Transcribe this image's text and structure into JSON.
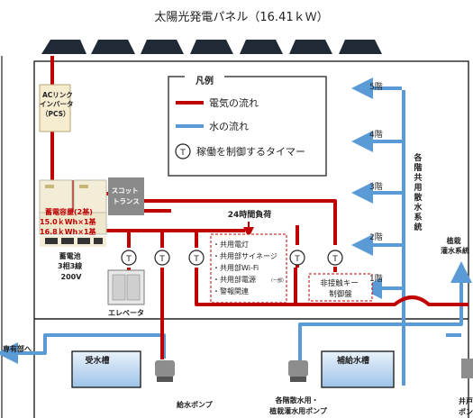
{
  "title": "太陽光発電パネル（16.41ｋＷ）",
  "legend": {
    "heading": "凡例",
    "electric": "電気の流れ",
    "water": "水の流れ",
    "timer_symbol": "T",
    "timer": "稼働を制御するタイマー"
  },
  "inverter": [
    "ACリンク",
    "インバータ",
    "（PCS）"
  ],
  "battery": {
    "capacity_label": "蓄電容量(2基)",
    "capacity_1": "15.0ｋWh×1基",
    "capacity_2": "16.8ｋWh×1基",
    "name": "蓄電池",
    "phase": "3相3線",
    "voltage": "200V"
  },
  "scott": [
    "スコット",
    "トランス"
  ],
  "load_24h": "24時間負荷",
  "load_items": [
    "・共用電灯",
    "・共用部サイネージ",
    "・共用部Wi-Fi",
    "・共用部電源",
    "・警報関連"
  ],
  "load_note": "（一部）",
  "elevator": "エレベータ",
  "floors": [
    "5階",
    "4階",
    "3階",
    "2階",
    "1階"
  ],
  "riser_label": [
    "各",
    "階",
    "共",
    "用",
    "散",
    "水",
    "系",
    "統"
  ],
  "planting": [
    "植栽",
    "灌水系統"
  ],
  "keyless": [
    "非接触キー",
    "制御盤"
  ],
  "private_area": "専有部へ",
  "tank_receiving": "受水槽",
  "tank_supplement": "補給水槽",
  "pump_supply": "給水ポンプ",
  "pump_sprinkler": [
    "各階散水用・",
    "植栽灌水用ポンプ"
  ],
  "pump_well": [
    "井戸",
    "ポン"
  ],
  "colors": {
    "electric": "#c00000",
    "water": "#5b9bd5",
    "panel": "#1f2a36",
    "frame": "#222222"
  }
}
